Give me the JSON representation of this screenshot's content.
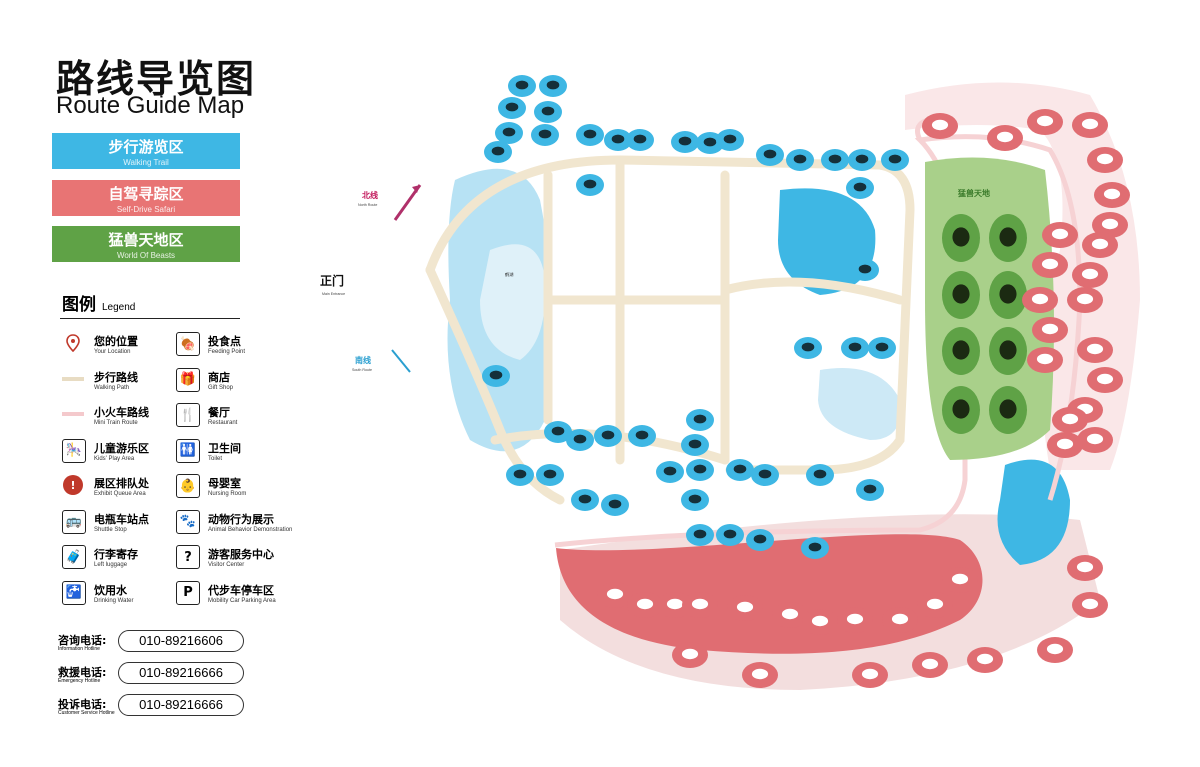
{
  "header": {
    "title": "路线导览图",
    "subtitle": "Route Guide Map"
  },
  "zones": [
    {
      "zh": "步行游览区",
      "en": "Walking Trail",
      "color": "#3eb7e4"
    },
    {
      "zh": "自驾寻踪区",
      "en": "Self-Drive Safari",
      "color": "#e87474"
    },
    {
      "zh": "猛兽天地区",
      "en": "World Of Beasts",
      "color": "#5fa246"
    }
  ],
  "legend": {
    "title": "图例",
    "title_en": "Legend",
    "items": [
      {
        "zh": "您的位置",
        "en": "Your Location",
        "icon": "location-pin-icon"
      },
      {
        "zh": "投食点",
        "en": "Feeding Point",
        "icon": "feeding-icon"
      },
      {
        "zh": "步行路线",
        "en": "Walking Path",
        "icon": "walking-path-line-icon"
      },
      {
        "zh": "商店",
        "en": "Gift Shop",
        "icon": "gift-shop-icon"
      },
      {
        "zh": "小火车路线",
        "en": "Mini Train Route",
        "icon": "train-route-line-icon"
      },
      {
        "zh": "餐厅",
        "en": "Restaurant",
        "icon": "restaurant-icon"
      },
      {
        "zh": "儿童游乐区",
        "en": "Kids' Play Area",
        "icon": "carousel-icon"
      },
      {
        "zh": "卫生间",
        "en": "Toilet",
        "icon": "toilet-icon"
      },
      {
        "zh": "展区排队处",
        "en": "Exhibit Queue Area",
        "icon": "queue-star-icon"
      },
      {
        "zh": "母婴室",
        "en": "Nursing Room",
        "icon": "nursing-room-icon"
      },
      {
        "zh": "电瓶车站点",
        "en": "Shuttle Stop",
        "icon": "shuttle-bus-icon"
      },
      {
        "zh": "动物行为展示",
        "en": "Animal Behavior Demonstration",
        "icon": "animal-show-icon"
      },
      {
        "zh": "行李寄存",
        "en": "Left luggage",
        "icon": "luggage-icon"
      },
      {
        "zh": "游客服务中心",
        "en": "Visitor Center",
        "icon": "visitor-center-icon"
      },
      {
        "zh": "饮用水",
        "en": "Drinking Water",
        "icon": "drinking-water-icon"
      },
      {
        "zh": "代步车停车区",
        "en": "Mobility Car Parking Area",
        "icon": "parking-icon"
      }
    ]
  },
  "hotlines": [
    {
      "zh": "咨询电话:",
      "en": "Information Hotline",
      "number": "010-89216606"
    },
    {
      "zh": "救援电话:",
      "en": "Emergency Hotline",
      "number": "010-89216666"
    },
    {
      "zh": "投诉电话:",
      "en": "Customer Service Hotline",
      "number": "010-89216666"
    }
  ],
  "map": {
    "main_gate": {
      "zh": "正门",
      "en": "Main Entrance"
    },
    "north_route": {
      "zh": "北线",
      "en": "North Route"
    },
    "south_route": {
      "zh": "南线",
      "en": "South Route"
    },
    "beasts_world": "猛兽天地",
    "lake": "鹤湖",
    "colors": {
      "walk": "#3eb7e4",
      "water": "#b7e2f4",
      "drive": "#e06d72",
      "beast": "#5fa246",
      "beast_bg": "#a9d08a",
      "path": "#f1e6cf",
      "train": "#f6d2d4"
    }
  }
}
